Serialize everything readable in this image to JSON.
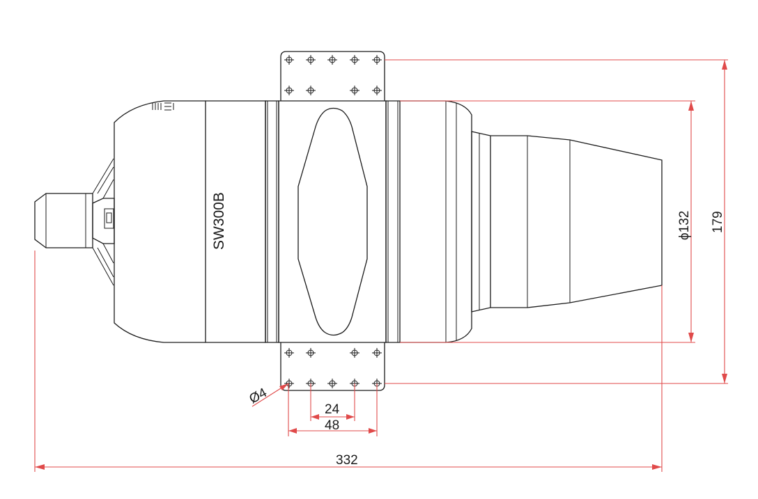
{
  "engine_label": "SW300B",
  "dimensions": {
    "overall_length": "332",
    "overall_height": "179",
    "exhaust_diameter": "ϕ132",
    "mount_spacing_inner": "24",
    "mount_spacing_outer": "48",
    "hole_diameter": "Ø4"
  },
  "colors": {
    "outline": "#1a1a1a",
    "dimension": "#e04a4a"
  }
}
